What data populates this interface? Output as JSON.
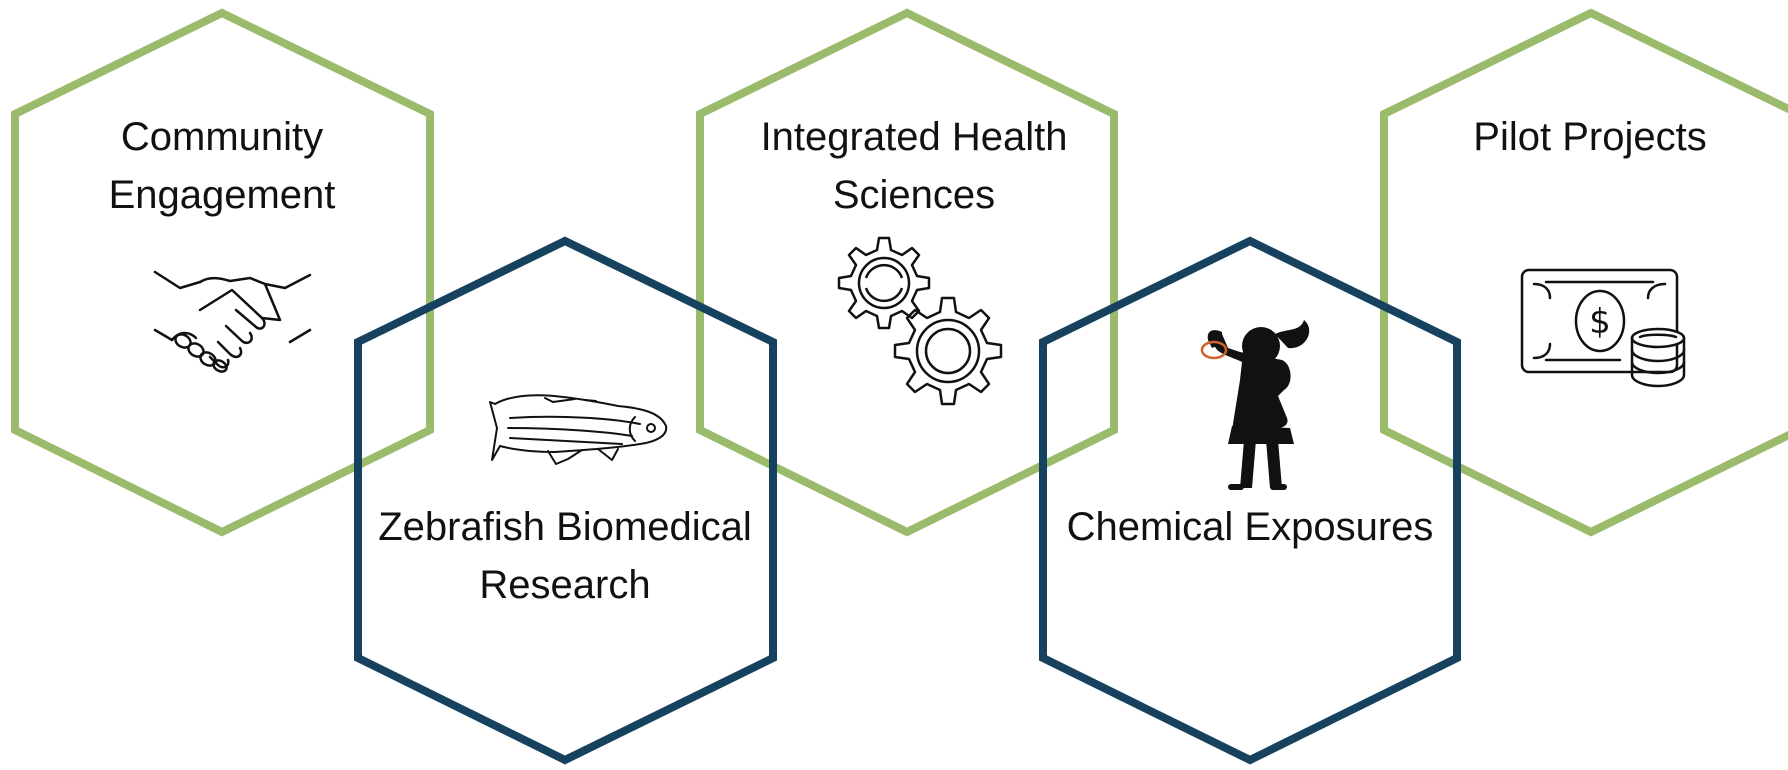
{
  "colors": {
    "green_outline": "#9bbb6c",
    "navy_outline": "#17425f",
    "text": "#111111",
    "accent_orange": "#d0612b"
  },
  "hexagons": [
    {
      "id": "community",
      "outline": "green",
      "line1": "Community",
      "line2": "Engagement",
      "icon": "handshake-icon"
    },
    {
      "id": "zebrafish",
      "outline": "navy",
      "line1": "Zebrafish Biomedical",
      "line2": "Research",
      "icon": "zebrafish-icon"
    },
    {
      "id": "integrated",
      "outline": "green",
      "line1": "Integrated Health",
      "line2": "Sciences",
      "icon": "gears-icon"
    },
    {
      "id": "chemical",
      "outline": "navy",
      "line1": "Chemical Exposures",
      "line2": "",
      "icon": "child-figure-icon"
    },
    {
      "id": "pilot",
      "outline": "green",
      "line1": "Pilot Projects",
      "line2": "",
      "icon": "money-coins-icon"
    }
  ]
}
